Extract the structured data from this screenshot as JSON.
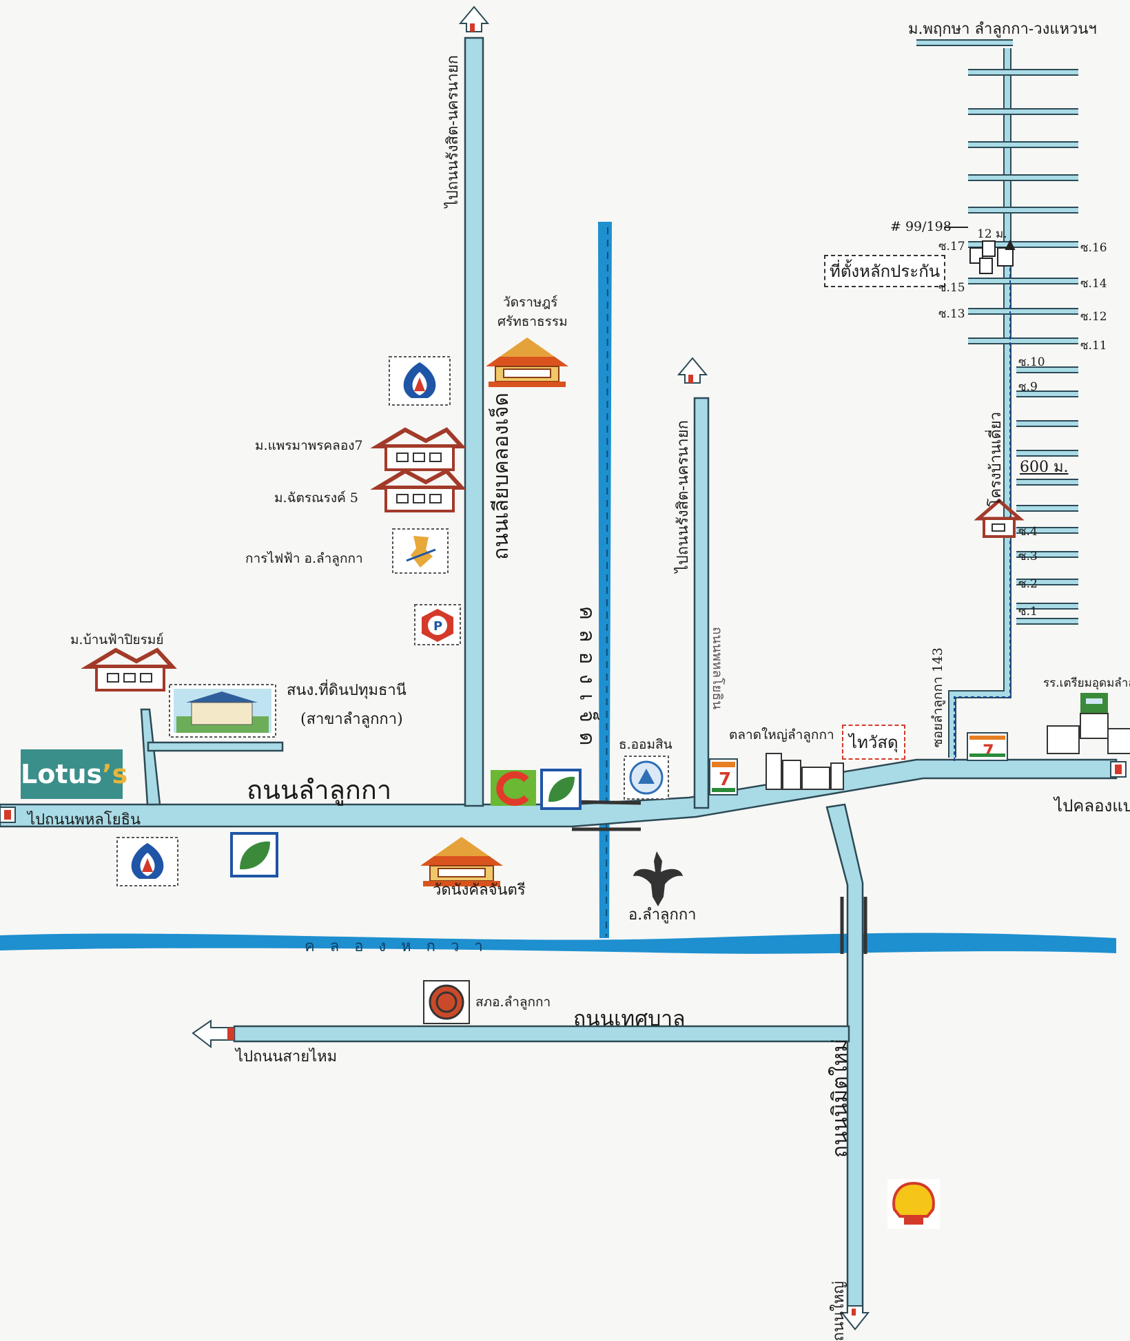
{
  "labels": {
    "road_top_right": "ม.พฤกษา ลำลูกกา-วงแหวนฯ",
    "address": "# 99/198",
    "width_12m": "12 ม.",
    "location_box": "ที่ตั้งหลักประกัน",
    "soi_17": "ซ.17",
    "soi_16": "ซ.16",
    "soi_15": "ซ.15",
    "soi_14": "ซ.14",
    "soi_13": "ซ.13",
    "soi_12": "ซ.12",
    "soi_11": "ซ.11",
    "soi_10": "ซ.10",
    "soi_9": "ซ.9",
    "soi_4": "ซ.4",
    "soi_3": "ซ.3",
    "soi_2": "ซ.2",
    "soi_1": "ซ.1",
    "distance_600": "600 ม.",
    "village_right": "โครงบ้านเดี่ยว",
    "soi_143": "ซอยลำลูกกา 143",
    "school": "รร.เตรียมอุดมลำลูกกา",
    "to_khlong_pae": "ไปคลองแป",
    "market": "ตลาดใหญ่ลำลูกกา",
    "thaiwatsadu": "ไทวัสดุ",
    "bank_gsb": "ธ.ออมสิน",
    "road_main": "ถนนลำลูกกา",
    "to_phahonyothin": "ไปถนนพหลโยธิน",
    "road_rangsit_left": "ไปถนนรังสิต-นครนายก",
    "road_rangsit_mid": "ไปถนนรังสิต-นครนายก",
    "road_liap_khlong": "ถนนเลียบคลองเจ็ด",
    "khlong_7": "คลองเจ็ด",
    "road_hidden": "ถนนพหลโยธิน",
    "temple_top_1": "วัดราษฎร์",
    "temple_top_2": "ศรัทธาธรรม",
    "village_phraeма": "ม.แพรมาพรคลอง7",
    "village_chattarn": "ม.ฉัตรณรงค์ 5",
    "electricity": "การไฟฟ้า อ.ลำลูกกา",
    "village_ban_fah": "ม.บ้านฟ้าปิยรมย์",
    "land_office_1": "สนง.ที่ดินปทุมธานี",
    "land_office_2": "(สาขาลำลูกกา)",
    "lotus_a": "Lotus",
    "lotus_b": "’s",
    "temple_bottom": "วัดนังคัลจันตรี",
    "district": "อ.ลำลูกกา",
    "khlong_luang": "คลองหกวา",
    "road_tessaban": "ถนนเทศบาล",
    "police": "สภอ.ลำลูกกา",
    "to_sai_mai": "ไปถนนสายไหม",
    "road_nimit": "ถนนนิมิตใหม่",
    "road_bottom_end": "ถนนใหญ่"
  },
  "icons": {
    "arrow_up": "up-arrow-icon",
    "arrow_down": "down-arrow-icon",
    "arrow_left": "left-arrow-icon",
    "ptt": "ptt-station-icon",
    "temple": "temple-icon",
    "house": "house-icon",
    "elec": "electricity-authority-icon",
    "parking": "parking-icon",
    "bigc": "big-c-icon",
    "bank": "bank-leaf-icon",
    "shell": "shell-station-icon",
    "garuda": "garuda-icon",
    "seven": "seven-eleven-icon"
  },
  "colors": {
    "road": "#a9dbe6",
    "road_edge": "#2c4a55",
    "canal": "#1e8fcf",
    "accent_red": "#d43a2a"
  }
}
